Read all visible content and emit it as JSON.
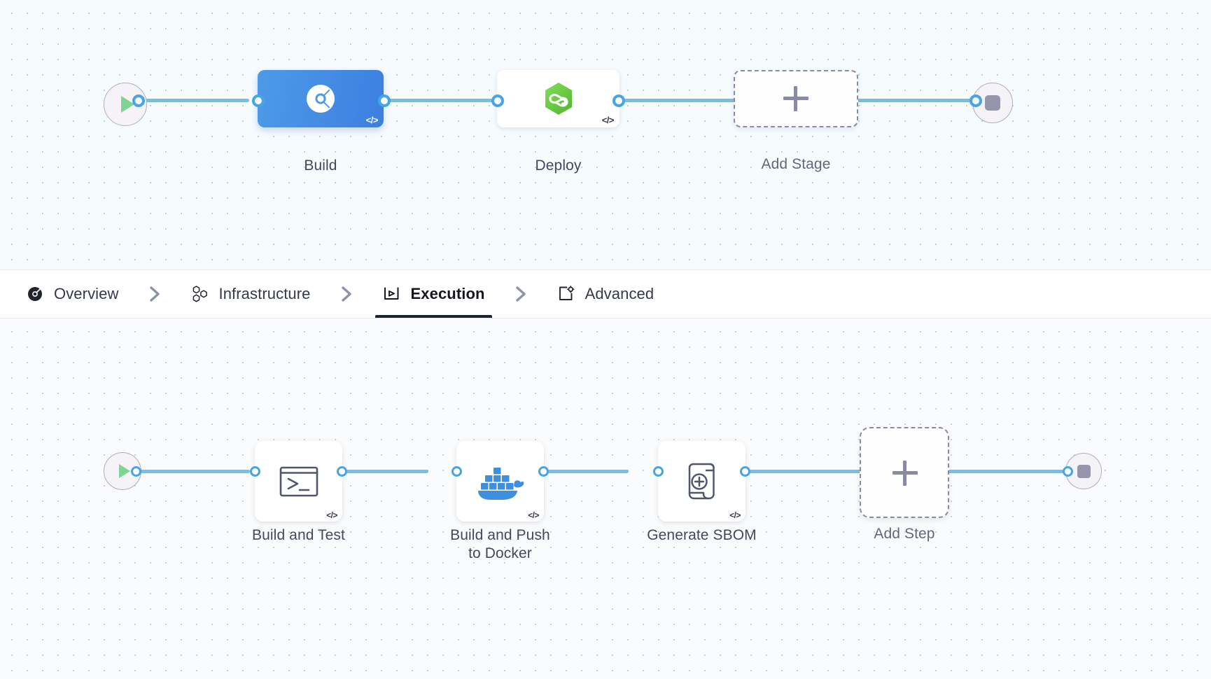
{
  "theme": {
    "accent_blue": "#46a4e8",
    "rail_blue": "#6fc0f1",
    "stage_selected_from": "#4c9ae8",
    "stage_selected_to": "#3d7fe0",
    "cd_green": "#63c441",
    "docker_blue": "#3f8fe0",
    "label_color": "#43485c",
    "dashed_border": "#8a8ba3",
    "canvas_top_bg": "#f6fbfe",
    "canvas_bottom_bg": "#fafbfc"
  },
  "stage_pipeline": {
    "start_node": {
      "icon": "play-icon",
      "name": "pipeline-start"
    },
    "end_node": {
      "icon": "stop-icon",
      "name": "pipeline-end"
    },
    "stages": [
      {
        "label": "Build",
        "icon": "harness-ci-icon",
        "selected": true,
        "code_badge": "</>"
      },
      {
        "label": "Deploy",
        "icon": "harness-cd-hexagon-icon",
        "selected": false,
        "code_badge": "</>"
      }
    ],
    "add_stage": {
      "label": "Add Stage",
      "icon": "plus-icon"
    }
  },
  "tabs": [
    {
      "label": "Overview",
      "icon": "overview-ci-icon",
      "active": false
    },
    {
      "label": "Infrastructure",
      "icon": "hexagon-cluster-icon",
      "active": false
    },
    {
      "label": "Execution",
      "icon": "play-in-box-icon",
      "active": true
    },
    {
      "label": "Advanced",
      "icon": "box-gear-icon",
      "active": false
    }
  ],
  "tab_separator_icon": "chevron-right-icon",
  "step_pipeline": {
    "start_node": {
      "icon": "play-icon",
      "name": "execution-start"
    },
    "end_node": {
      "icon": "stop-icon",
      "name": "execution-end"
    },
    "steps": [
      {
        "label": "Build and Test",
        "icon": "terminal-icon",
        "code_badge": "</>"
      },
      {
        "label": "Build and Push\nto Docker",
        "icon": "docker-whale-icon",
        "code_badge": "</>"
      },
      {
        "label": "Generate SBOM",
        "icon": "scroll-plus-icon",
        "code_badge": "</>"
      }
    ],
    "add_step": {
      "label": "Add Step",
      "icon": "plus-icon"
    }
  }
}
